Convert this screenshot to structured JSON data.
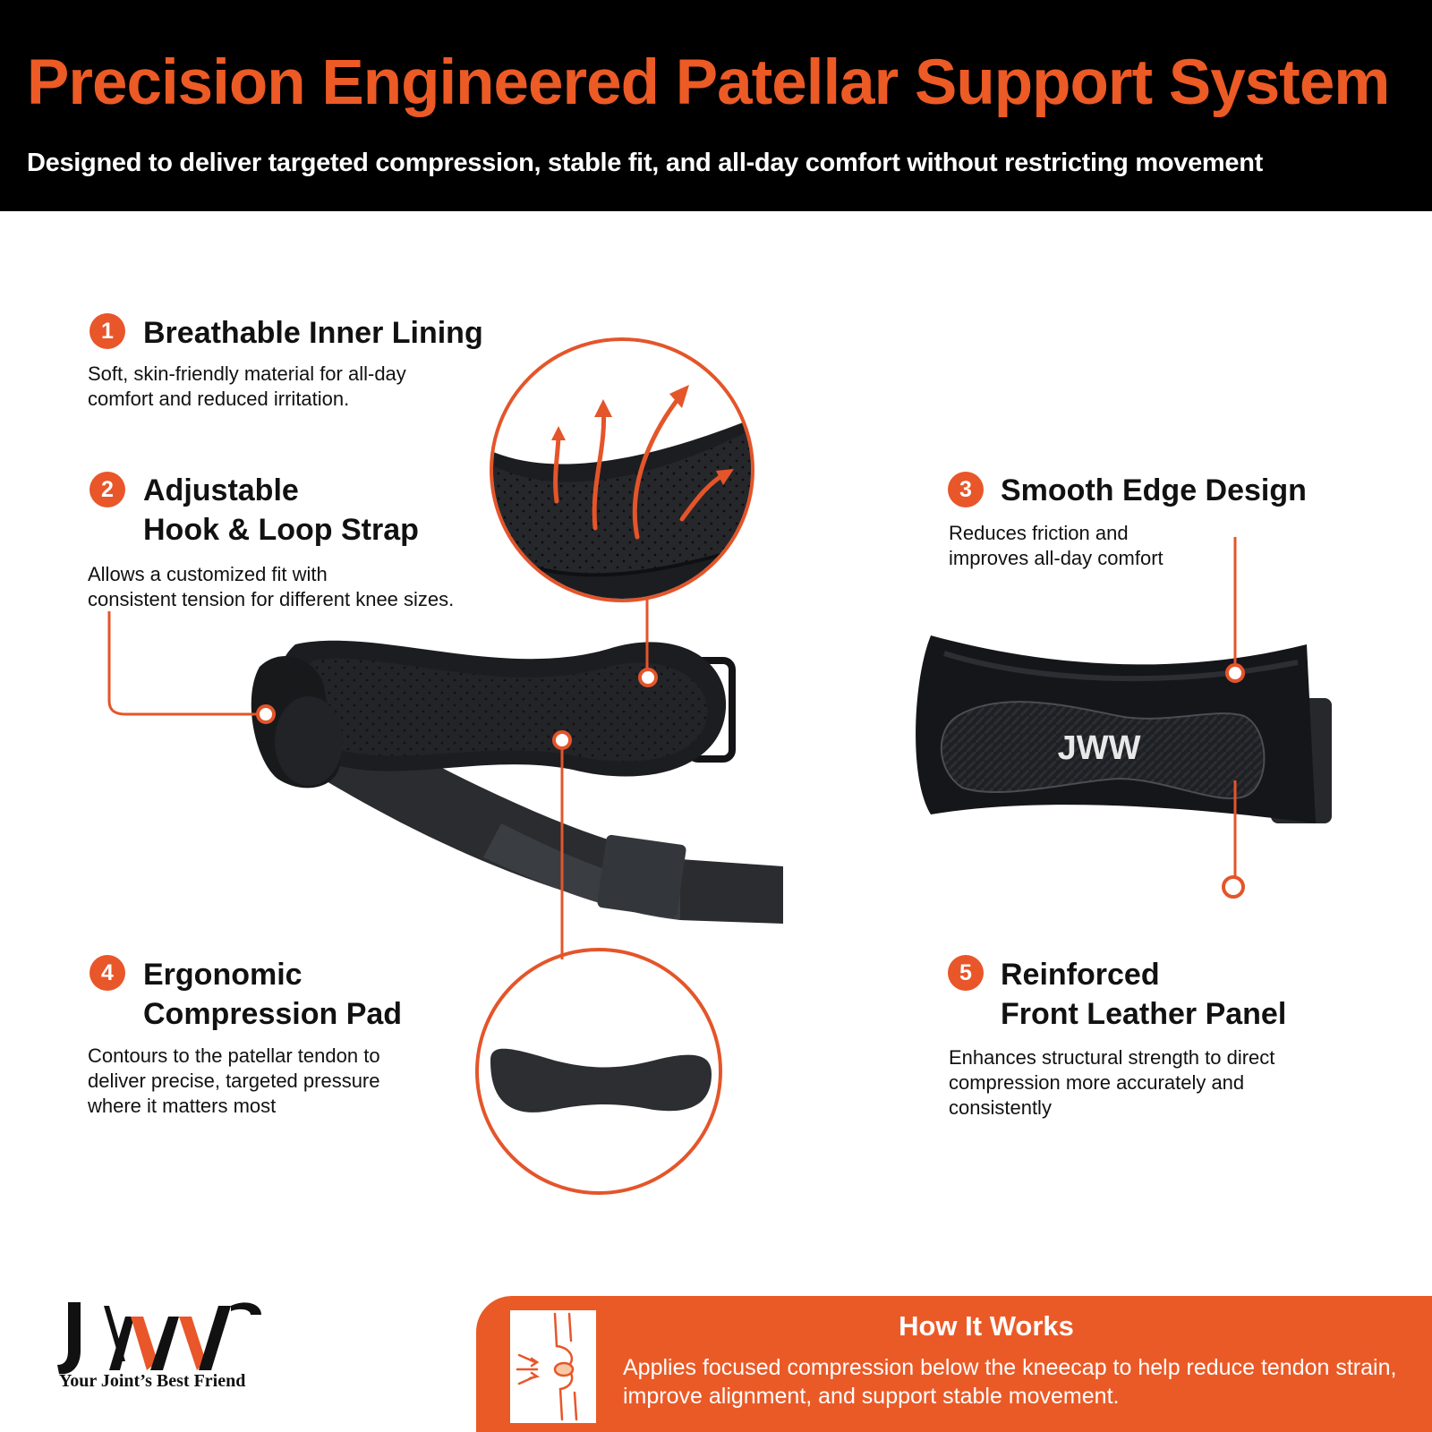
{
  "header": {
    "title": "Precision Engineered Patellar Support System",
    "subtitle": "Designed to deliver targeted compression, stable fit, and all-day comfort without restricting movement"
  },
  "features": [
    {
      "number": "1",
      "title_line1": "Breathable Inner Lining",
      "title_line2": "",
      "desc_line1": "Soft, skin-friendly material for all-day",
      "desc_line2": "comfort and reduced irritation.",
      "desc_line3": ""
    },
    {
      "number": "2",
      "title_line1": "Adjustable",
      "title_line2": "Hook & Loop Strap",
      "desc_line1": "Allows a customized fit with",
      "desc_line2": "consistent tension for different knee sizes.",
      "desc_line3": ""
    },
    {
      "number": "3",
      "title_line1": "Smooth Edge Design",
      "title_line2": "",
      "desc_line1": "Reduces friction and",
      "desc_line2": "improves all-day comfort",
      "desc_line3": ""
    },
    {
      "number": "4",
      "title_line1": "Ergonomic",
      "title_line2": "Compression Pad",
      "desc_line1": "Contours to the patellar tendon to",
      "desc_line2": "deliver precise, targeted pressure",
      "desc_line3": "where it matters most"
    },
    {
      "number": "5",
      "title_line1": "Reinforced",
      "title_line2": "Front Leather Panel",
      "desc_line1": "Enhances structural strength to direct",
      "desc_line2": "compression more accurately and",
      "desc_line3": "consistently"
    }
  ],
  "brand": {
    "logo_text": "JWW",
    "tagline": "Your Joint’s Best Friend"
  },
  "how_it_works": {
    "title": "How It Works",
    "text_line1": "Applies focused compression below the kneecap to help reduce tendon strain,",
    "text_line2": "improve alignment, and support stable movement."
  },
  "colors": {
    "accent": "#e8562a",
    "header_bg": "#000000",
    "product": "#1c1d20"
  }
}
